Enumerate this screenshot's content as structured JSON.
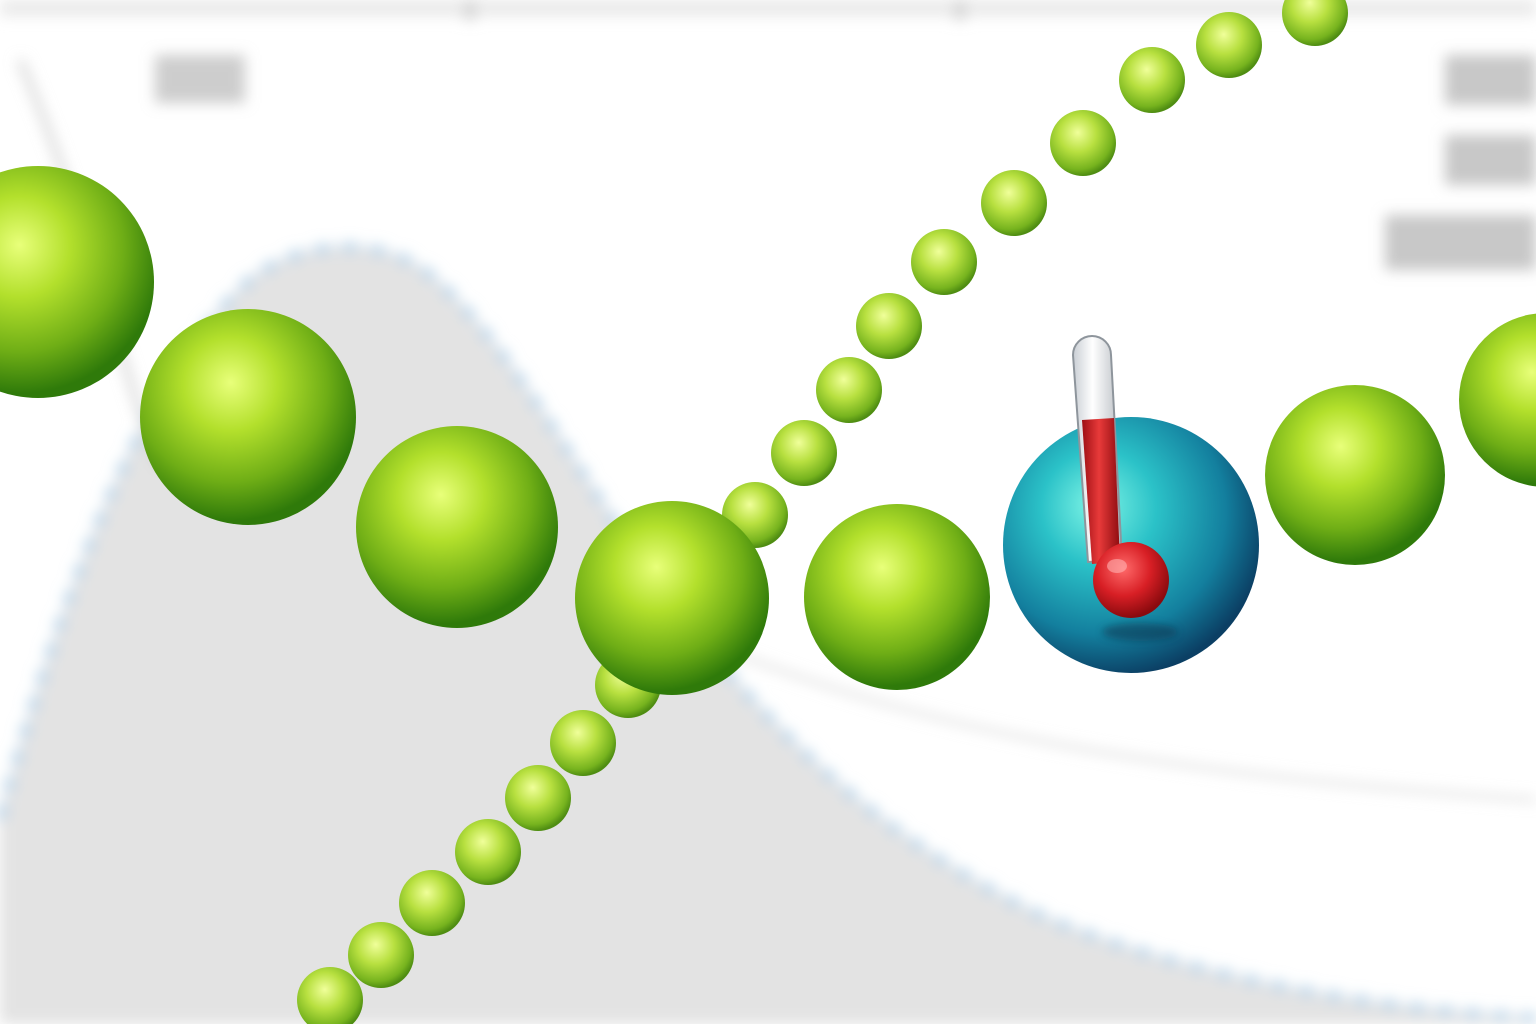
{
  "colors": {
    "background": "#ffffff",
    "blurred_plot_fill": "#e6e6e6",
    "blurred_plot_curve": "#b7d4ea",
    "blurred_text": "#9a9a9a",
    "bead_green_highlight": "#e8ff7a",
    "bead_green_mid": "#8cc81e",
    "bead_green_dark": "#2f7a0a",
    "bead_teal_highlight": "#5ff0e0",
    "bead_teal_mid": "#1c9fb0",
    "bead_teal_dark": "#0d4a6e",
    "thermometer_red": "#d81f25",
    "thermometer_glass": "#f2f4f6"
  },
  "scene": {
    "large_chain_bead_count": 7,
    "small_chain_bead_count": 17,
    "probe_bead": "teal-bead-with-thermometer",
    "icons": [
      "thermometer-icon"
    ]
  }
}
